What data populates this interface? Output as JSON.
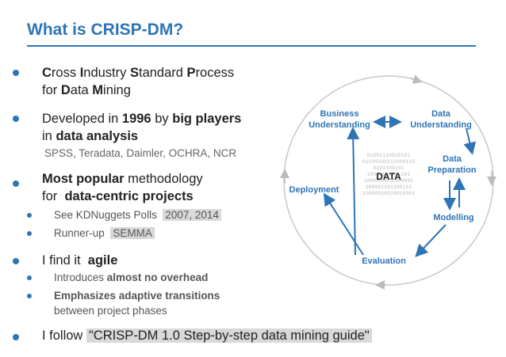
{
  "title": "What is CRISP-DM?",
  "bullets": {
    "b1": {
      "w1b": "C",
      "w1r": "ross ",
      "w2b": "I",
      "w2r": "ndustry ",
      "w3b": "S",
      "w3r": "tandard ",
      "w4b": "P",
      "w4r": "rocess",
      "w5": "for ",
      "w6b": "D",
      "w6r": "ata ",
      "w7b": "M",
      "w7r": "ining"
    },
    "b2": {
      "p1": "Developed in ",
      "p2": "1996",
      "p3": " by ",
      "p4": "big players",
      "p5": "in ",
      "p6": "data analysis",
      "sub": "SPSS, Teradata, Daimler, OCHRA, NCR"
    },
    "b3": {
      "p1": "Most popular",
      "p2": " methodology",
      "p3": "for ",
      "p4": "data-centric projects",
      "s1a": "See KDNuggets Polls",
      "s1b": "2007, 2014",
      "s2a": "Runner-up",
      "s2b": "SEMMA"
    },
    "b4": {
      "p1": "I find it ",
      "p2": "agile",
      "s1a": "Introduces ",
      "s1b": "almost no overhead",
      "s2a": "Emphasizes adaptive transitions",
      "s2b": "between project phases"
    },
    "b5": {
      "p1": "I follow ",
      "p2": "\"CRISP-DM 1.0 Step-by-step data mining guide\""
    }
  },
  "diagram": {
    "business": "Business\nUnderstanding",
    "data_understanding": "Data\nUnderstanding",
    "data_preparation": "Data\nPreparation",
    "modelling": "Modelling",
    "evaluation": "Evaluation",
    "deployment": "Deployment",
    "center": "DATA",
    "binary": [
      "01001110010101",
      "01100100111000110",
      "0101100101",
      "10010011001101",
      "1000000011000001",
      "100001101100110",
      "11000010010010001"
    ]
  },
  "colors": {
    "accent": "#2e75b6",
    "highlight": "#d9d9d9"
  }
}
